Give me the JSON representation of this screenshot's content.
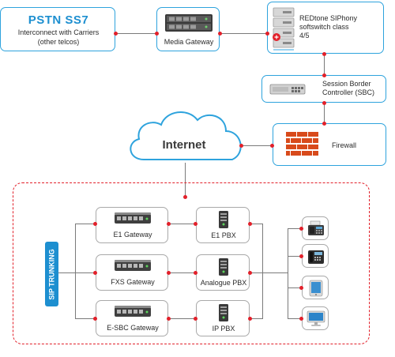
{
  "pstn": {
    "title": "PSTN SS7",
    "line1": "Interconnect with Carriers",
    "line2": "(other telcos)"
  },
  "media_gateway": {
    "label": "Media Gateway"
  },
  "softswitch": {
    "line1": "REDtone SIPhony",
    "line2": "softswitch class",
    "line3": "4/5"
  },
  "sbc": {
    "line1": "Session Border",
    "line2": "Controller (SBC)"
  },
  "firewall": {
    "label": "Firewall"
  },
  "internet": {
    "label": "Internet"
  },
  "sip_trunking": {
    "label": "SIP TRUNKING"
  },
  "gateways": [
    "E1 Gateway",
    "FXS Gateway",
    "E-SBC Gateway"
  ],
  "pbx": [
    "E1 PBX",
    "Analogue PBX",
    "IP PBX"
  ],
  "devices": [
    "fax-phone-icon",
    "desk-phone-icon",
    "tablet-icon",
    "desktop-computer-icon"
  ],
  "colors": {
    "accent": "#2ea3dd",
    "connector": "#e2202a",
    "line": "#7a7a7a",
    "firewall": "#d84a1b"
  }
}
